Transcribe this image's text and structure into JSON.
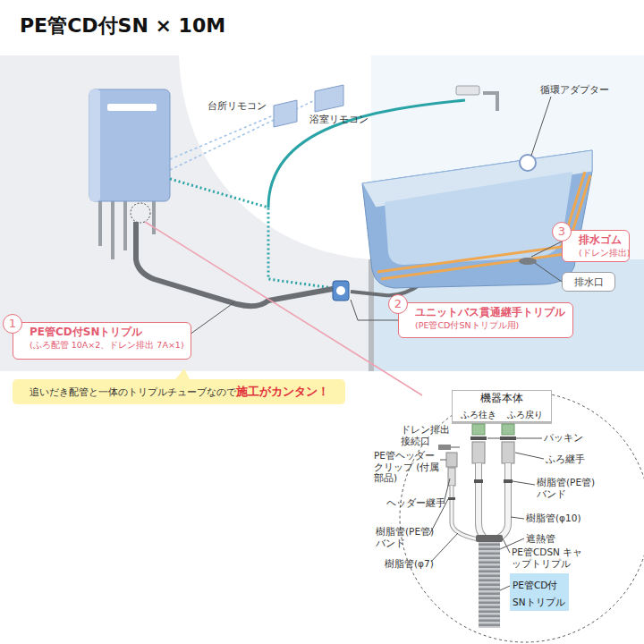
{
  "diagram": {
    "title": "PE管CD付SN × 10M",
    "nodes": [
      {
        "text": [
          "3",
          "排水ゴム",
          "(ドレン排出)"
        ]
      },
      {
        "text": [
          "排水口"
        ]
      },
      {
        "text": [
          "2",
          "ユニットバス貫通継手トリプル",
          "(PE管CD付SNトリプル用)"
        ]
      },
      {
        "text": [
          "1",
          "PE管CD付SNトリプル",
          "(ふろ配管 10A×2、ドレン排出 7A×1)"
        ]
      },
      {
        "text": [
          "追いだき配管と一体のトリプルチューブなので",
          "施工がカンタン！"
        ]
      },
      {
        "text": [
          "機器本体",
          "ふろ往き",
          "ふろ戻り"
        ]
      },
      {
        "text": [
          "PE管CD付 SNトリプル"
        ]
      }
    ],
    "labels": [
      "台所リモコン",
      "浴室リモコン",
      "循環アダプター",
      "ドレン排出 接続口",
      "パッキン",
      "ふろ継手",
      "PE管ヘッダー クリップ (付属部品)",
      "樹脂管(PE管) バンド",
      "ヘッダー継手",
      "樹脂管(φ10)",
      "樹脂管(PE管) バンド",
      "遮熱管",
      "PE管CDSN キャップトリプル",
      "樹脂管(φ7)"
    ]
  }
}
